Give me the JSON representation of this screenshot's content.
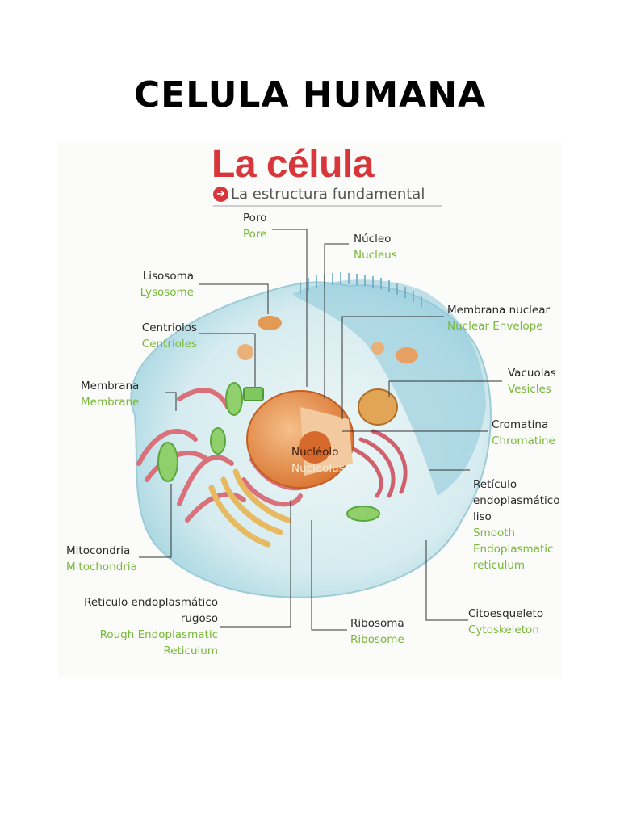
{
  "page": {
    "title": "CELULA HUMANA"
  },
  "figure": {
    "title": "La célula",
    "subtitle": "La estructura fundamental",
    "labels": {
      "poro": {
        "es": "Poro",
        "en": "Pore"
      },
      "nucleo": {
        "es": "Núcleo",
        "en": "Nucleus"
      },
      "lisosoma": {
        "es": "Lisosoma",
        "en": "Lysosome"
      },
      "membrana_nuclear": {
        "es": "Membrana nuclear",
        "en": "Nuclear Envelope"
      },
      "centriolos": {
        "es": "Centriolos",
        "en": "Centrioles"
      },
      "vacuolas": {
        "es": "Vacuolas",
        "en": "Vesicles"
      },
      "membrana": {
        "es": "Membrana",
        "en": "Membrane"
      },
      "cromatina": {
        "es": "Cromatina",
        "en": "Chromatine"
      },
      "nucleolo": {
        "es": "Nucléolo",
        "en": "Nucleolus"
      },
      "rel": {
        "es1": "Retículo",
        "es2": "endoplasmático",
        "es3": "liso",
        "en1": "Smooth",
        "en2": "Endoplasmatic",
        "en3": "reticulum"
      },
      "mitocondria": {
        "es": "Mitocondria",
        "en": "Mitochondria"
      },
      "rer": {
        "es1": "Reticulo endoplasmático",
        "es2": "rugoso",
        "en1": "Rough Endoplasmatic",
        "en2": "Reticulum"
      },
      "ribosoma": {
        "es": "Ribosoma",
        "en": "Ribosome"
      },
      "citoesqueleto": {
        "es": "Citoesqueleto",
        "en": "Cytoskeleton"
      }
    },
    "colors": {
      "title_red": "#d8363a",
      "english_green": "#79b83a",
      "nucleus_orange": "#e8914a",
      "cell_blue": "#bfe3ea",
      "golgi_pink": "#d9707a"
    }
  }
}
